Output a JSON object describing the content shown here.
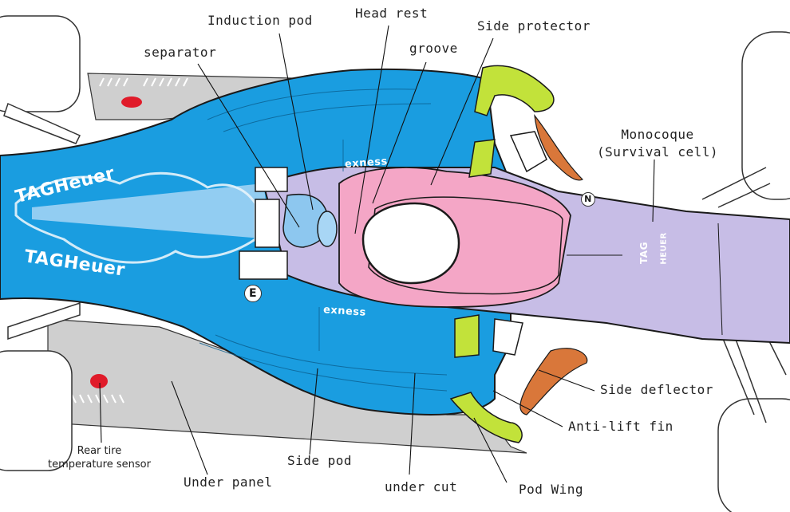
{
  "labels": {
    "induction_pod": "Induction pod",
    "head_rest": "Head rest",
    "side_protector": "Side protector",
    "separator": "separator",
    "groove": "groove",
    "monocoque_line1": "Monocoque",
    "monocoque_line2": "(Survival cell)",
    "side_deflector": "Side deflector",
    "anti_lift_fin": "Anti-lift fin",
    "pod_wing": "Pod Wing",
    "under_cut": "under cut",
    "side_pod": "Side pod",
    "under_panel": "Under panel",
    "rear_tire_sensor_line1": "Rear tire",
    "rear_tire_sensor_line2": "temperature sensor"
  },
  "livery": {
    "sponsor_main": "TAGHeuer",
    "sponsor_top": "TAGHeuer",
    "badge_tag": "TAG",
    "badge_heuer": "HEUER",
    "sponsor_sidepod_top": "exness",
    "sponsor_sidepod_bottom": "exness",
    "number_mark": "E",
    "n_mark": "N"
  },
  "colors": {
    "body_blue": "#1a9de0",
    "monocoque_lavender": "#c7bde6",
    "headrest_pink": "#f4a6c6",
    "pod_wing_lime": "#c2e23a",
    "deflector_orange": "#d9773a",
    "floor_gray": "#cfcfcf",
    "sensor_red": "#e01b2a"
  }
}
